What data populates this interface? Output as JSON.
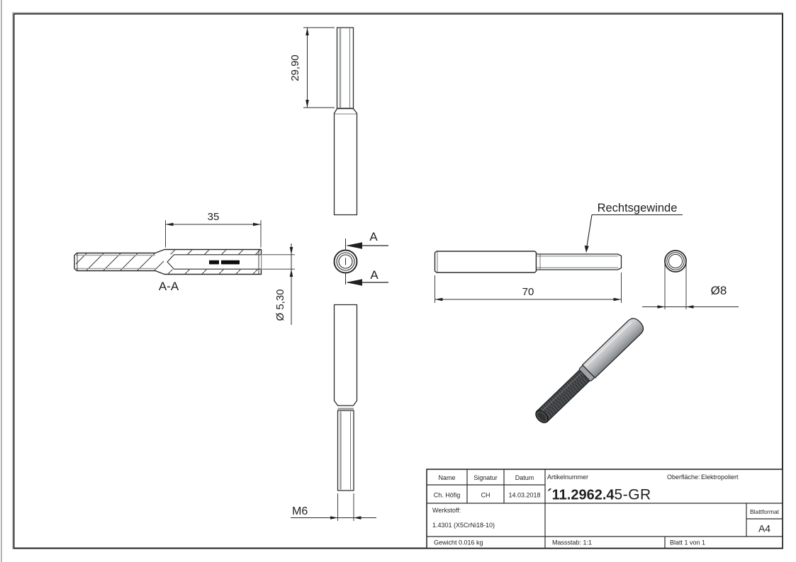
{
  "annotations": {
    "top_dim": "29,90",
    "section_label": "A-A",
    "body_dim": "35",
    "bore_dim": "Ø 5,30",
    "cut_label_top": "A",
    "cut_label_bottom": "A",
    "thread_note": "Rechtsgewinde",
    "total_dim": "70",
    "outer_dia_dim": "Ø8",
    "thread_dim": "M6"
  },
  "title_block": {
    "name_header": "Name",
    "signatur_header": "Signatur",
    "datum_header": "Datum",
    "artikelnummer_header": "Artikelnummer",
    "oberflaeche_label": "Oberfläche:",
    "oberflaeche_value": "Elektropoliert",
    "name_value": "Ch. Höfig",
    "signatur_value": "CH",
    "datum_value": "14.03.2018",
    "artikelnummer_main": "´11.2962.4",
    "artikelnummer_suffix": "5-GR",
    "werkstoff_label": "Werkstoff:",
    "werkstoff_value": "1.4301 (X5CrNi18-10)",
    "gewicht": "Gewicht 0.016 kg",
    "massstab": "Massstab: 1:1",
    "blatt": "Blatt 1 von 1",
    "blattformat_label": "Blattformat",
    "blattformat_value": "A4"
  },
  "colors": {
    "line": "#2b2b2b",
    "gray_line": "#9a9ea0",
    "body_light": "#dcdedf",
    "body_dark": "#7e8183",
    "thread_dark": "#4b4f51",
    "cap_dark": "#303436"
  }
}
